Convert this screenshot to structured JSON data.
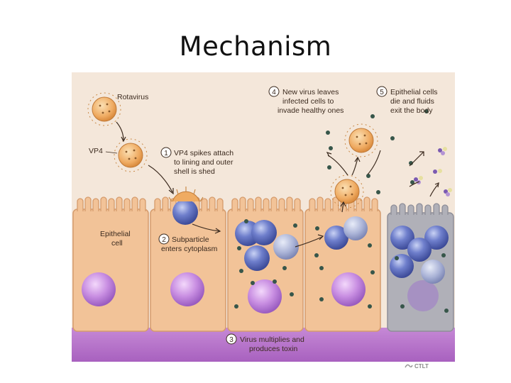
{
  "slide": {
    "title": "Mechanism"
  },
  "diagram": {
    "labels": {
      "rotavirus": "Rotavirus",
      "vp4": "VP4",
      "epithelial_cell": [
        "Epithelial",
        "cell"
      ]
    },
    "steps": [
      {
        "number": "1",
        "lines": [
          "VP4 spikes attach",
          "to lining and outer",
          "shell is shed"
        ]
      },
      {
        "number": "2",
        "lines": [
          "Subparticle",
          "enters cytoplasm"
        ]
      },
      {
        "number": "3",
        "lines": [
          "Virus multiplies and",
          "produces toxin"
        ]
      },
      {
        "number": "4",
        "lines": [
          "New virus leaves",
          "infected cells to",
          "invade healthy ones"
        ]
      },
      {
        "number": "5",
        "lines": [
          "Epithelial cells",
          "die and fluids",
          "exit the body"
        ]
      }
    ],
    "colors": {
      "background": "#f3e6d8",
      "cell": "#f2c296",
      "virus": "#f0b06a",
      "nucleus": "#b77bd6",
      "membrane": "#b773c9",
      "particle": "#5b6fb8",
      "dying_cell": "#a8a9b3"
    }
  },
  "credit": {
    "text": "CTLT"
  }
}
